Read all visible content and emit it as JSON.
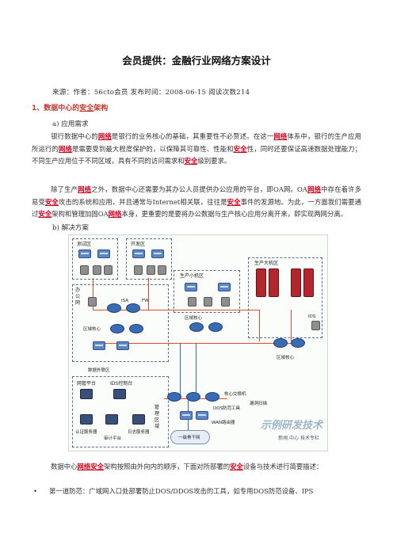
{
  "header": {
    "title": "会员提供：金融行业网络方案设计",
    "meta": "来源：作者：56cto会员  发布时间：2008-06-15  阅读次数214"
  },
  "section1": {
    "prefix": "1、数据中心的",
    "kw": "安全",
    "suffix": "架构"
  },
  "sub_a": "a) 应用需求",
  "sub_b": "b) 解决方案",
  "para1": {
    "p1": "银行数据中心的",
    "k1": "网络",
    "p2": "是银行的业务核心的基础，其重要性不必赘述。在这一",
    "k2": "网络",
    "p3": "体系中，银行的生产应用所运行的",
    "k3": "网络",
    "p4": "是需要受到最大程度保护的，以保障其可靠性、性能和",
    "k4": "安全",
    "p5": "性，同时还要保证高速数据处理能力；不同生产应用位于不同区域，具有不同的访问需求和",
    "k5": "安全",
    "p6": "级别要求。"
  },
  "para2": {
    "p1": "除了生产",
    "k1": "网络",
    "p2": "之外，数据中心还需要为其办公人员提供办公应用的平台，即OA网。OA",
    "k2": "网络",
    "p3": "中存在着许多易受",
    "k3": "安全",
    "p4": "攻击的系统和应用，并且通常与Internet相关联，往往是",
    "k4": "安全",
    "p5": "事件的发源地。为此，一方面我们需要通过",
    "k5": "安全",
    "p6": "架构和管理加固OA",
    "k6": "网络",
    "p7": "本身，更重要的是要将办公数据与生产核心应用分离开来，即实现两网分离。"
  },
  "diagram": {
    "labels": {
      "test": "测试区",
      "dev": "开发区",
      "prod_small": "生产小机区",
      "prod_host": "生产大机区",
      "office": "办公网",
      "office2": "办公",
      "zone_core1": "区域核心",
      "zone_core2": "区域核心",
      "zone_core3": "区域核心",
      "ext": "数据外联区",
      "net_platform": "网管平台",
      "ids_console": "IDS控制台",
      "auth": "认证服务器",
      "audit": "审计平台",
      "logserver": "日志服务器",
      "mgmt": "管理区域",
      "core_sw": "核心交换机",
      "dos": "DOS防范工具",
      "wan": "WAN路由器",
      "vuln": "漏洞扫描",
      "branch": "一级骨干网",
      "ids": "IDS",
      "fw": "FW",
      "isa": "ISA"
    },
    "watermark": "示例研发技术",
    "watermark2": "新闻 中心 技术专栏"
  },
  "para3": {
    "p1": "数据中心",
    "k1": "网络",
    "k2": "安全",
    "p2": "架构按照由外向内的顺序，下面对所部署的",
    "k3": "安全",
    "p3": "设备与技术进行简要描述："
  },
  "bullet1": "第一道防范：广域网入口处部署防止DOS/DDOS攻击的工具，如专用DOS防范设备、IPS"
}
